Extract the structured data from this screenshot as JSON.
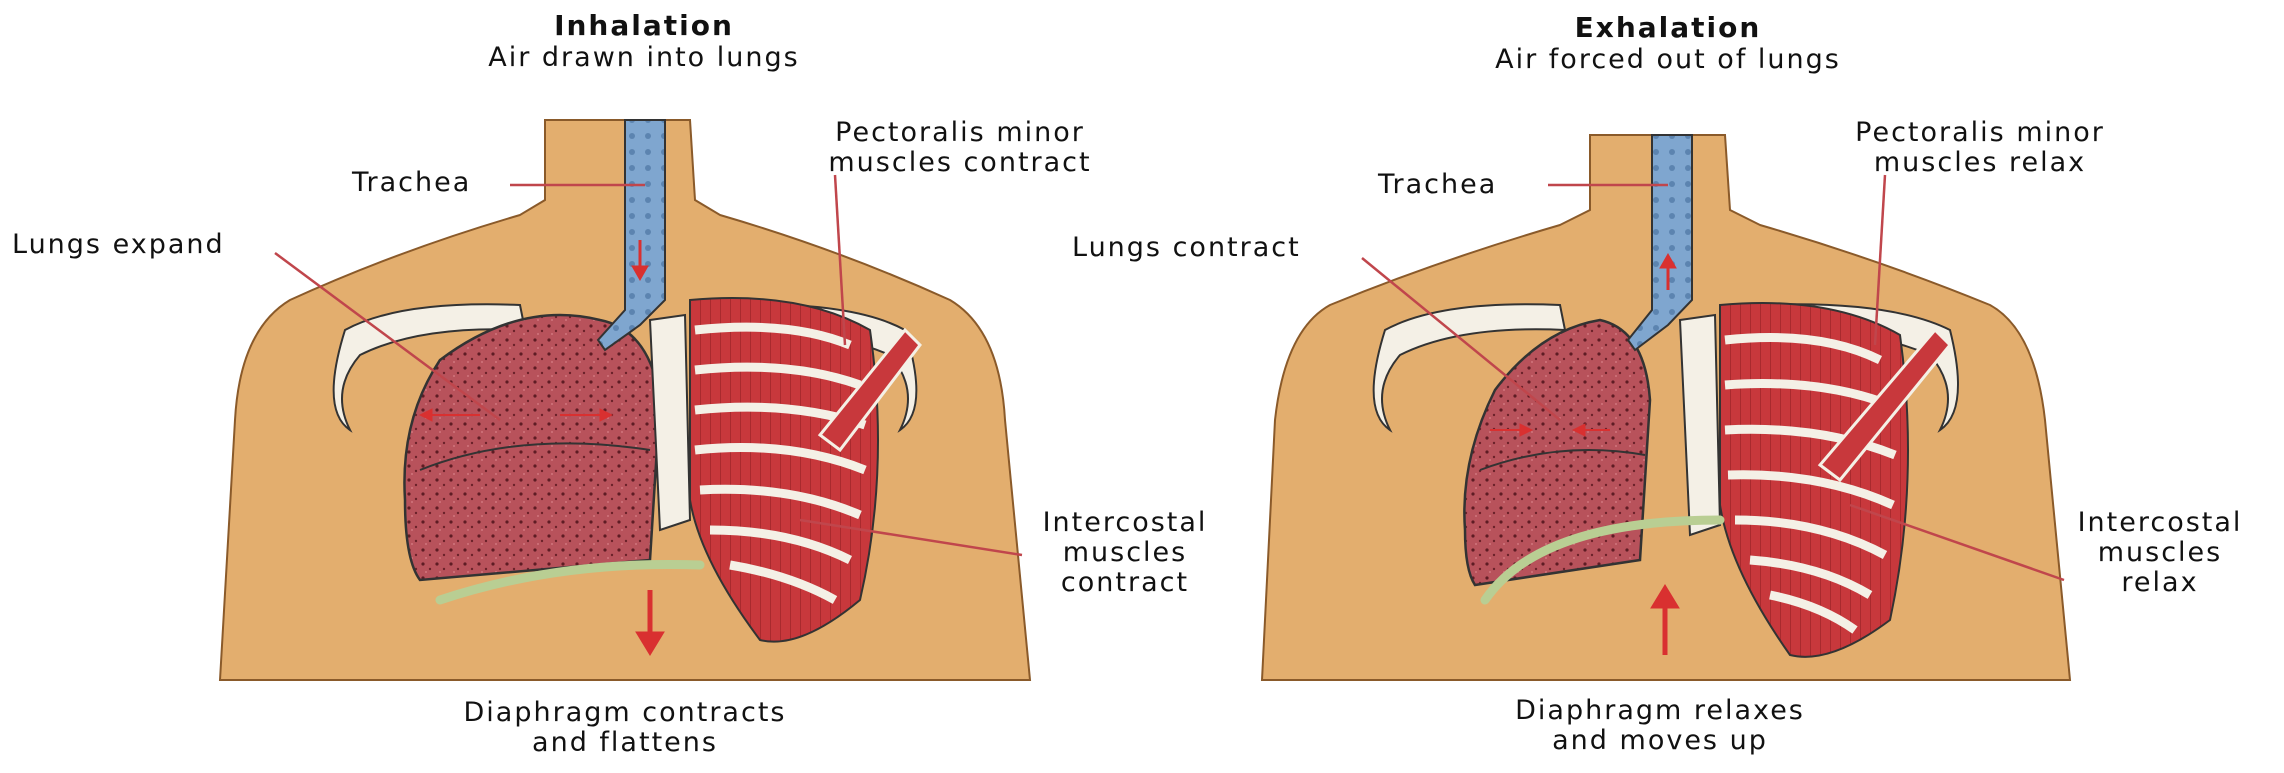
{
  "colors": {
    "skin": "#E3AE6E",
    "skin_outline": "#8a5a2a",
    "lung": "#B8525B",
    "lung_dark": "#7a2a33",
    "rib": "#F4F0E6",
    "muscle": "#C8383C",
    "trachea": "#7FA6CF",
    "diaphragm": "#B9CE93",
    "arrow": "#D93030",
    "leader": "#C0464C"
  },
  "inhalation": {
    "title": "Inhalation",
    "subtitle": "Air drawn into lungs",
    "labels": {
      "trachea": "Trachea",
      "lungs": "Lungs expand",
      "pectoralis": [
        "Pectoralis minor",
        "muscles contract"
      ],
      "intercostal": [
        "Intercostal",
        "muscles",
        "contract"
      ],
      "diaphragm": [
        "Diaphragm contracts",
        "and flattens"
      ]
    }
  },
  "exhalation": {
    "title": "Exhalation",
    "subtitle": "Air forced out of lungs",
    "labels": {
      "trachea": "Trachea",
      "lungs": "Lungs contract",
      "pectoralis": [
        "Pectoralis minor",
        "muscles relax"
      ],
      "intercostal": [
        "Intercostal",
        "muscles",
        "relax"
      ],
      "diaphragm": [
        "Diaphragm relaxes",
        "and moves up"
      ]
    }
  }
}
